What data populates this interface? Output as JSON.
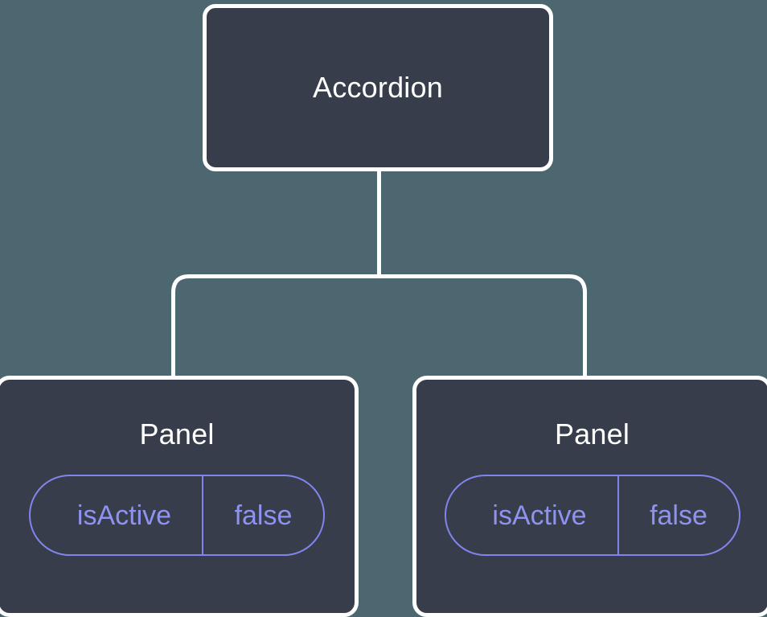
{
  "diagram": {
    "type": "component-tree",
    "background_color": "#4d6770",
    "node_fill_color": "#373d4b",
    "node_border_color": "#ffffff",
    "connector_color": "#ffffff",
    "prop_accent_color": "#8085ec",
    "prop_text_color": "#8f93f0",
    "title_text_color": "#ffffff",
    "root": {
      "label": "Accordion"
    },
    "children": [
      {
        "label": "Panel",
        "prop": {
          "key": "isActive",
          "value": "false"
        }
      },
      {
        "label": "Panel",
        "prop": {
          "key": "isActive",
          "value": "false"
        }
      }
    ]
  }
}
